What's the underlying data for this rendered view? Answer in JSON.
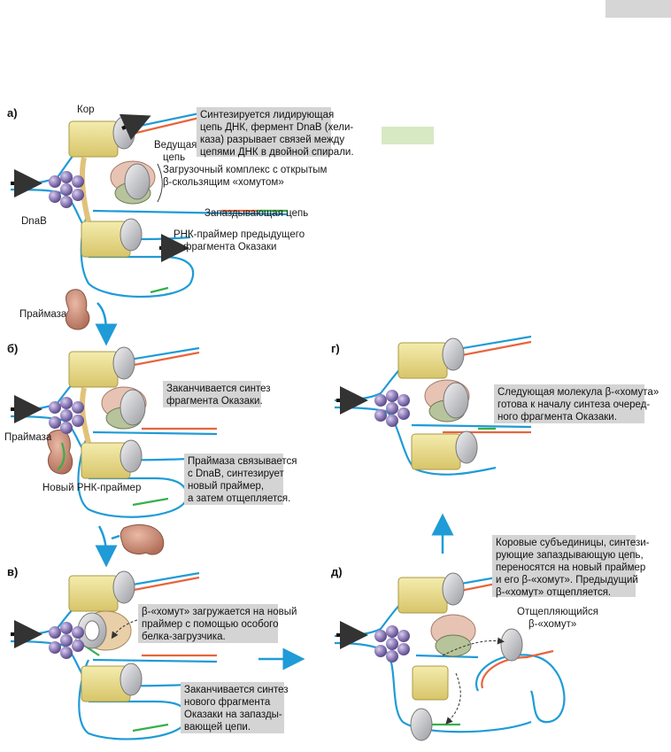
{
  "colors": {
    "leading_strand": "#1f9bd7",
    "new_strand": "#e8643c",
    "primer": "#36b04a",
    "core": "#e9dc8a",
    "clamp": "#c8c9cc",
    "dnab": "#8e7cb8",
    "primase": "#c98a74",
    "loader": "#d9b99f",
    "callout_bg": "#d4d4d4",
    "placeholder_green": "#d6e9c2",
    "arrow": "#1f9bd7"
  },
  "panels": {
    "a": {
      "letter": "а)"
    },
    "b": {
      "letter": "б)"
    },
    "v": {
      "letter": "в)"
    },
    "g": {
      "letter": "г)"
    },
    "d": {
      "letter": "д)"
    }
  },
  "labels": {
    "kor": "Кор",
    "vedushaya_1": "Ведущая",
    "vedushaya_2": "цепь",
    "loading_complex_1": "Загрузочный комплекс с открытым",
    "loading_complex_2": "β-скользящим «хомутом»",
    "dnab": "DnaB",
    "lagging_strand": "Запаздывающая цепь",
    "rna_primer_prev_1": "РНК-праймер предыдущего",
    "rna_primer_prev_2": "фрагмента Оказаки",
    "primase_top": "Праймаза",
    "primase_b": "Праймаза",
    "new_rna_primer": "Новый РНК-праймер",
    "detaching_clamp_1": "Отщепляющийся",
    "detaching_clamp_2": "β-«хомут»"
  },
  "callouts": {
    "a": [
      "Синтезируется лидирующая",
      "цепь ДНК, фермент DnaB (хели-",
      "каза) разрывает связей между",
      "цепями ДНК в двойной спирали."
    ],
    "b1": [
      "Заканчивается синтез",
      "фрагмента Оказаки."
    ],
    "b2": [
      "Праймаза связывается",
      "с DnaB, синтезирует",
      "новый праймер,",
      "а затем отщепляется."
    ],
    "v1": [
      "β-«хомут» загружается на новый",
      "праймер с помощью особого",
      "белка-загрузчика."
    ],
    "v2": [
      "Заканчивается синтез",
      "нового фрагмента",
      "Оказаки на запазды-",
      "вающей цепи."
    ],
    "g": [
      "Следующая молекула β-«хомута»",
      "готова к началу синтеза очеред-",
      "ного фрагмента Оказаки."
    ],
    "d": [
      "Коровые субъединицы, синтези-",
      "рующие запаздывающую цепь,",
      "переносятся на новый праймер",
      "и его β-«хомут». Предыдущий",
      "β-«хомут» отщепляется."
    ]
  }
}
